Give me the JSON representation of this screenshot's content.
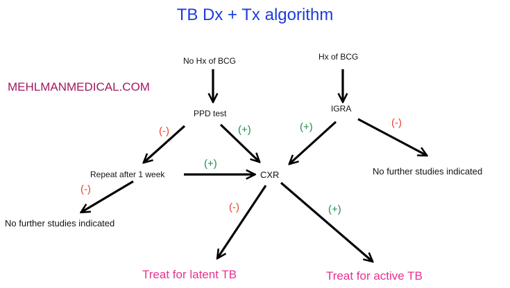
{
  "title": "TB Dx + Tx algorithm",
  "watermark": "MEHLMANMEDICAL.COM",
  "nodes": {
    "no_bcg": "No Hx of BCG",
    "bcg": "Hx of BCG",
    "ppd": "PPD test",
    "igra": "IGRA",
    "repeat": "Repeat after 1 week",
    "cxr": "CXR",
    "no_further_left": "No further studies indicated",
    "no_further_right": "No further studies indicated"
  },
  "edge_labels": {
    "negative": "(-)",
    "positive": "(+)"
  },
  "outcomes": {
    "latent": "Treat for latent TB",
    "active": "Treat for active TB"
  },
  "colors": {
    "title": "#1a3de0",
    "watermark": "#a0195f",
    "negative": "#e8432a",
    "positive": "#1f8a4d",
    "outcome": "#e8308f",
    "arrow": "#000000"
  }
}
